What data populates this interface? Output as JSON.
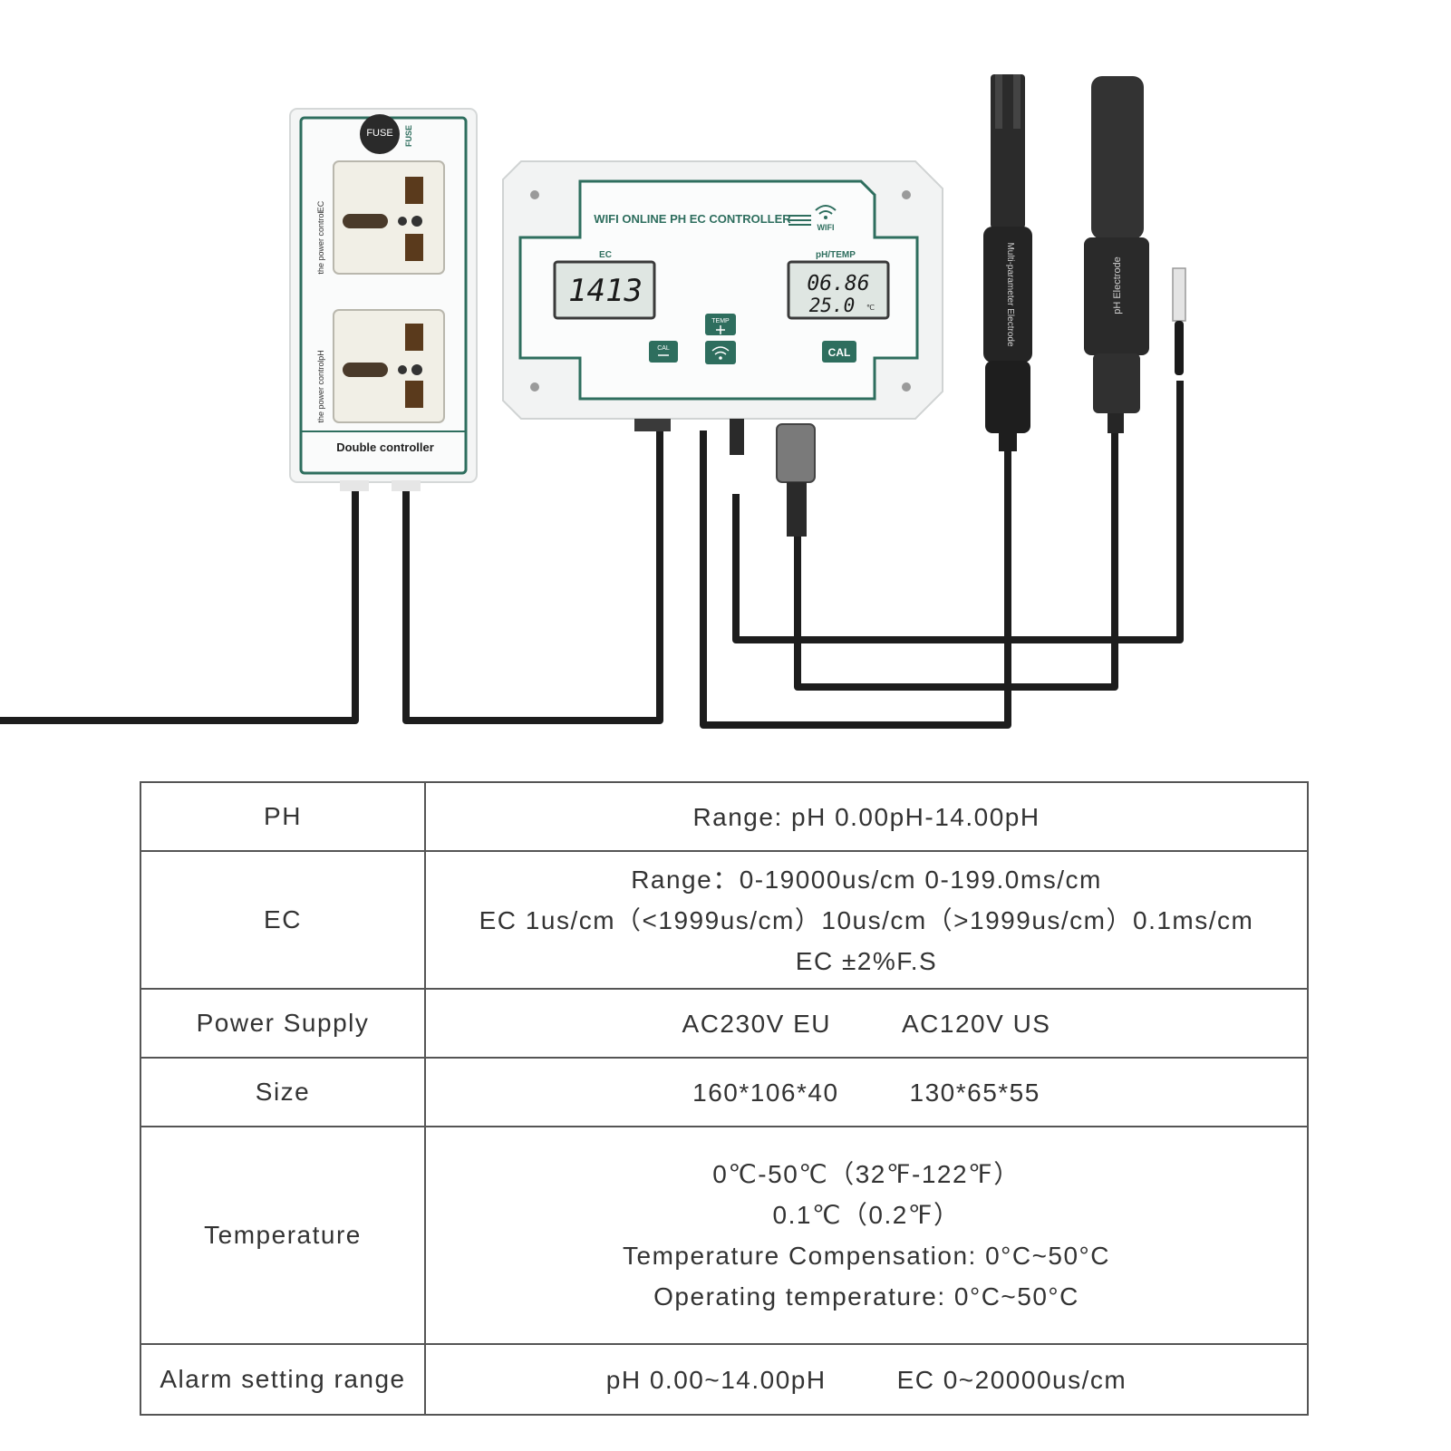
{
  "device": {
    "outlet_fuse_label": "FUSE",
    "outlet_fuse_side_label": "FUSE",
    "outlet_top_label": "the power control",
    "outlet_top_channel": "EC",
    "outlet_bottom_label": "the power control",
    "outlet_bottom_channel": "pH",
    "outlet_name": "Double controller",
    "controller_title": "WIFI ONLINE PH EC CONTROLLER",
    "wifi_label": "WIFI",
    "ec_label": "EC",
    "ec_reading": "1413",
    "ph_temp_label": "pH/TEMP",
    "ph_reading": "06.86",
    "temp_reading": "25.0",
    "temp_unit": "℃",
    "btn_cal_left": "CAL",
    "btn_temp": "TEMP",
    "btn_cal_right": "CAL",
    "probe_1_label": "Multi-parameter Electrode",
    "probe_2_label": "pH Electrode"
  },
  "specs": {
    "ph": {
      "label": "PH",
      "value": "Range: pH  0.00pH-14.00pH"
    },
    "ec": {
      "label": "EC",
      "line1": "Range：0-19000us/cm  0-199.0ms/cm",
      "line2": "EC 1us/cm（<1999us/cm）10us/cm（>1999us/cm）0.1ms/cm",
      "line3": "EC ±2%F.S"
    },
    "power": {
      "label": "Power Supply",
      "value_a": "AC230V  EU",
      "value_b": "AC120V  US"
    },
    "size": {
      "label": "Size",
      "value_a": "160*106*40",
      "value_b": "130*65*55"
    },
    "temperature": {
      "label": "Temperature",
      "line1": "0℃-50℃（32℉-122℉）",
      "line2": "0.1℃（0.2℉）",
      "line3": "Temperature Compensation: 0°C~50°C",
      "line4": "Operating temperature: 0°C~50°C"
    },
    "alarm": {
      "label": "Alarm setting range",
      "value_a": "pH 0.00~14.00pH",
      "value_b": "EC  0~20000us/cm"
    }
  },
  "colors": {
    "accent": "#2e6e5e",
    "cable": "#1a1a1a",
    "lcd": "#dfe6e2",
    "table_border": "#555555"
  }
}
